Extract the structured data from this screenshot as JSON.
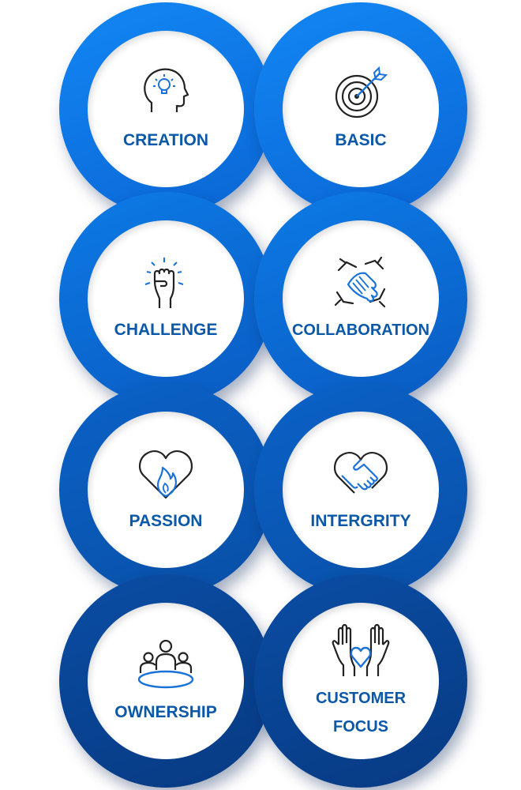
{
  "values": [
    {
      "label": "CREATION",
      "icon": "head-lightbulb-icon"
    },
    {
      "label": "BASIC",
      "icon": "target-arrow-icon"
    },
    {
      "label": "CHALLENGE",
      "icon": "raised-fist-icon"
    },
    {
      "label": "COLLABORATION",
      "icon": "hands-together-icon"
    },
    {
      "label": "PASSION",
      "icon": "heart-flame-icon"
    },
    {
      "label": "INTERGRITY",
      "icon": "heart-handshake-icon"
    },
    {
      "label": "OWNERSHIP",
      "icon": "group-circle-icon"
    },
    {
      "label": "CUSTOMER\nFOCUS",
      "icon": "hands-heart-icon"
    }
  ],
  "colors": {
    "ring_light": "#1287f5",
    "ring_dark": "#073a82",
    "label": "#0b57a8",
    "icon_stroke": "#222222",
    "icon_accent": "#1a72d8"
  }
}
